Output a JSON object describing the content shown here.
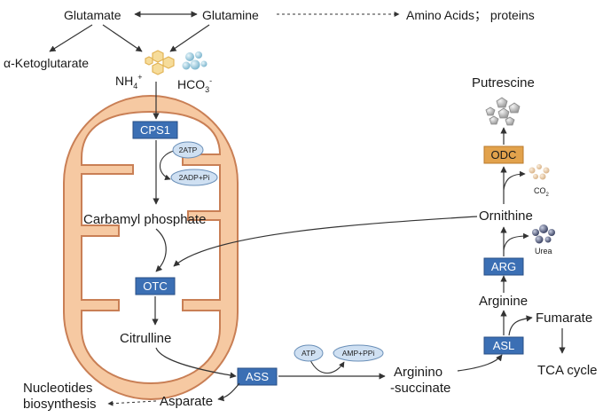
{
  "colors": {
    "enzyme_box": "#3b6fb4",
    "enzyme_box_border": "#2a4f86",
    "odc_box": "#e2a24c",
    "mito_outer": "#f6c9a2",
    "mito_stroke": "#c97f55",
    "mito_inner": "#ffffff",
    "pill_fill": "#cfe0f2",
    "pill_stroke": "#6a8fb8",
    "arrow": "#333333"
  },
  "labels": {
    "glutamate": "Glutamate",
    "glutamine": "Glutamine",
    "amino_acids": "Amino Acids； proteins",
    "ketoglutarate": "α-Ketoglutarate",
    "nh4": "NH",
    "nh4_sub": "4",
    "nh4_sup": "+",
    "hco3": "HCO",
    "hco3_sub": "3",
    "hco3_sup": "-",
    "carbamyl": "Carbamyl phosphate",
    "citrulline": "Citrulline",
    "asparate": "Asparate",
    "nucleotides_1": "Nucleotides",
    "nucleotides_2": "biosynthesis",
    "argininosuccinate_1": "Arginino",
    "argininosuccinate_2": "-succinate",
    "arginine": "Arginine",
    "ornithine": "Ornithine",
    "putrescine": "Putrescine",
    "fumarate": "Fumarate",
    "tca": "TCA cycle",
    "urea": "Urea",
    "co2": "CO",
    "co2_sub": "2"
  },
  "enzymes": {
    "cps1": "CPS1",
    "otc": "OTC",
    "ass": "ASS",
    "asl": "ASL",
    "arg": "ARG",
    "odc": "ODC"
  },
  "cofactors": {
    "atp_in_mito": "2ATP",
    "adp_out_mito": "2ADP+Pi",
    "atp_ass": "ATP",
    "amp_ass": "AMP+PPi"
  },
  "icons": {
    "nh4": "hexagon-cluster-icon",
    "hco3": "sphere-cluster-icon",
    "putrescine": "pentagon-cluster-icon",
    "co2": "dot-cluster-icon",
    "urea": "dark-sphere-cluster-icon"
  }
}
